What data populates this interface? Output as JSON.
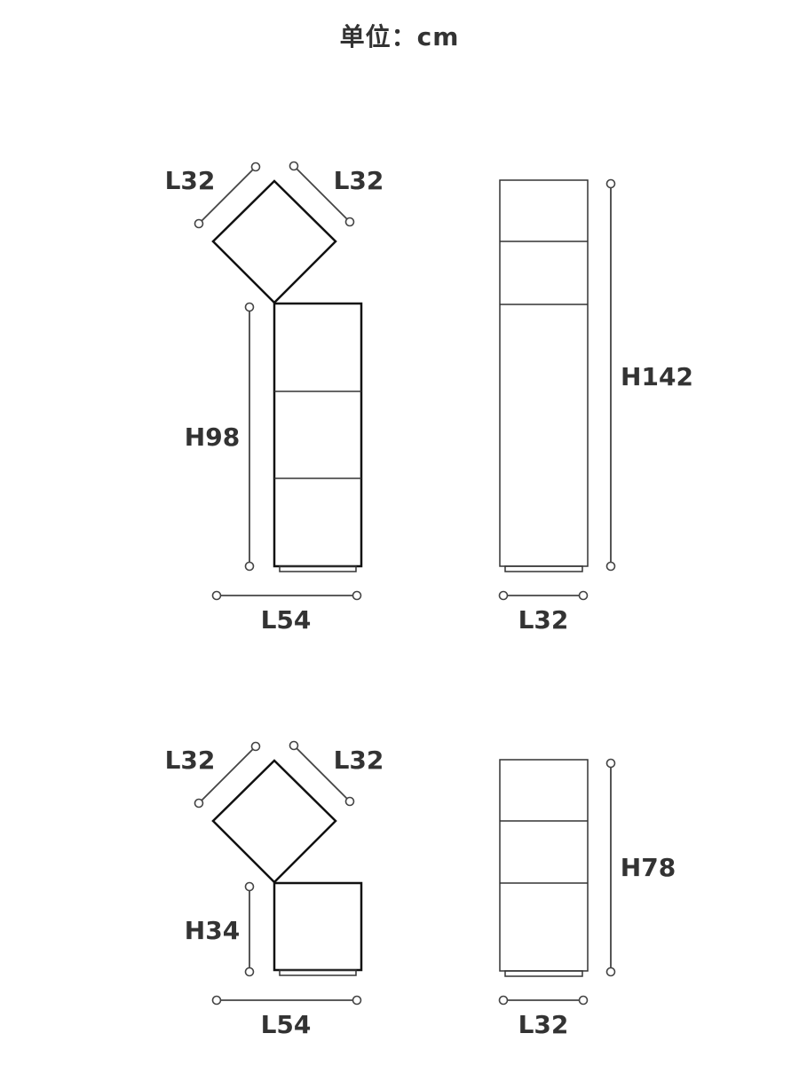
{
  "unit_label": "单位：cm",
  "figures": {
    "tall": {
      "diag_left_label": "L32",
      "diag_right_label": "L32",
      "front_height_label": "H98",
      "front_width_label": "L54",
      "side_height_label": "H142",
      "side_width_label": "L32"
    },
    "short": {
      "diag_left_label": "L32",
      "diag_right_label": "L32",
      "front_height_label": "H34",
      "front_width_label": "L54",
      "side_height_label": "H78",
      "side_width_label": "L32"
    }
  }
}
